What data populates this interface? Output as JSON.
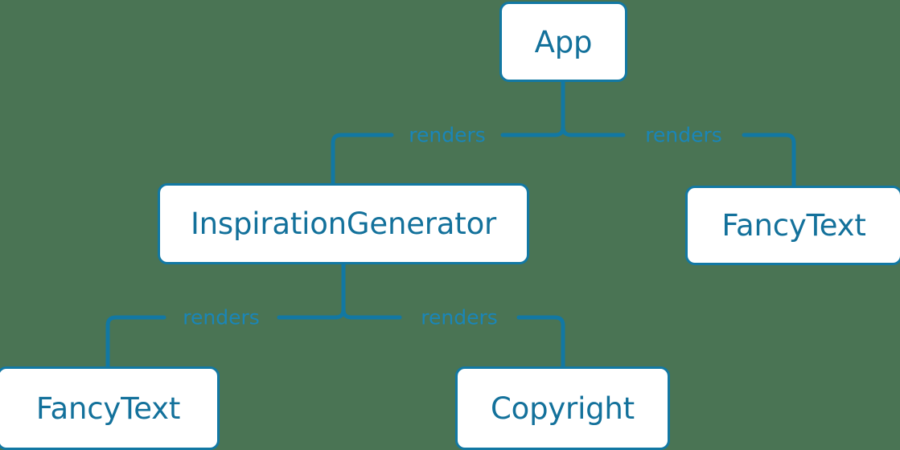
{
  "diagram": {
    "type": "component-tree",
    "background_color": "#4a7454",
    "accent_color": "#1278a3",
    "node_text_color": "#13719b",
    "edge_label_color": "#1a86b8",
    "nodes": [
      {
        "id": "app",
        "label": "App"
      },
      {
        "id": "inspiration",
        "label": "InspirationGenerator"
      },
      {
        "id": "fancytext_r",
        "label": "FancyText"
      },
      {
        "id": "fancytext_b",
        "label": "FancyText"
      },
      {
        "id": "copyright",
        "label": "Copyright"
      }
    ],
    "edges": [
      {
        "from": "app",
        "to": "inspiration",
        "label": "renders"
      },
      {
        "from": "app",
        "to": "fancytext_r",
        "label": "renders"
      },
      {
        "from": "inspiration",
        "to": "fancytext_b",
        "label": "renders"
      },
      {
        "from": "inspiration",
        "to": "copyright",
        "label": "renders"
      }
    ]
  }
}
